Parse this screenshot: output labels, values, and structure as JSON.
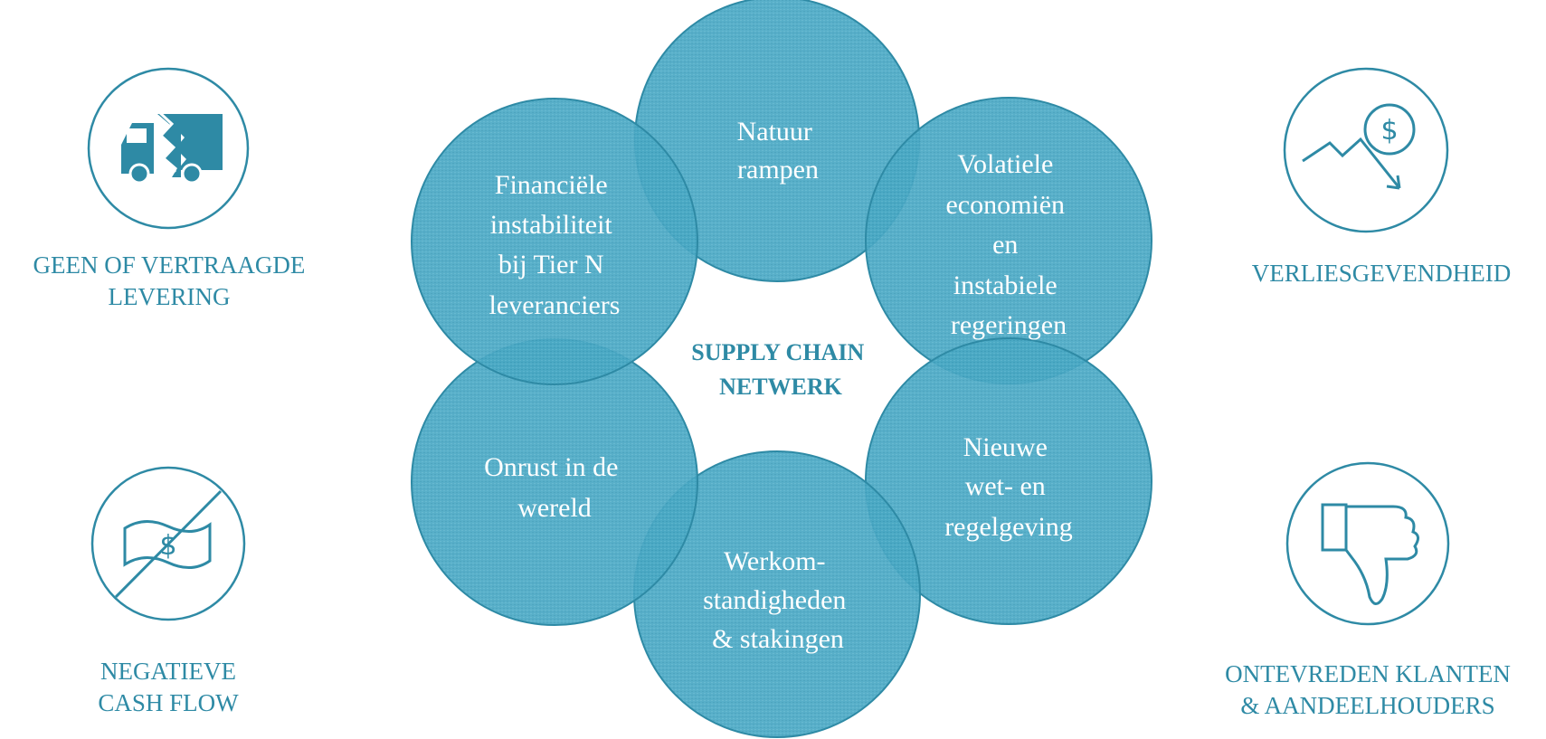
{
  "center_label": {
    "line1": "SUPPLY CHAIN",
    "line2": "NETWERK"
  },
  "circles": [
    {
      "name": "natuur-rampen",
      "lines": [
        "Natuur",
        "rampen"
      ]
    },
    {
      "name": "volatiele-economien",
      "lines": [
        "Volatiele",
        "economiën",
        "en",
        "instabiele",
        "regeringen"
      ]
    },
    {
      "name": "nieuwe-regelgeving",
      "lines": [
        "Nieuwe",
        "wet- en",
        "regelgeving"
      ]
    },
    {
      "name": "werkomstandigheden",
      "lines": [
        "Werkom-",
        "standigheden",
        "& stakingen"
      ]
    },
    {
      "name": "onrust-wereld",
      "lines": [
        "Onrust in de",
        "wereld"
      ]
    },
    {
      "name": "financiele-instabiliteit",
      "lines": [
        "Financiële",
        "instabiliteit",
        "bij Tier N",
        "leveranciers"
      ]
    }
  ],
  "consequences": [
    {
      "name": "geen-levering",
      "icon": "broken-truck-icon",
      "lines": [
        "GEEN OF VERTRAAGDE",
        "LEVERING"
      ]
    },
    {
      "name": "negatieve-cashflow",
      "icon": "no-money-icon",
      "lines": [
        "NEGATIEVE",
        "CASH FLOW"
      ]
    },
    {
      "name": "verliesgevendheid",
      "icon": "declining-dollar-icon",
      "lines": [
        "VERLIESGEVENDHEID"
      ]
    },
    {
      "name": "ontevreden-klanten",
      "icon": "thumbs-down-icon",
      "lines": [
        "ONTEVREDEN KLANTEN",
        "& AANDEELHOUDERS"
      ]
    }
  ],
  "colors": {
    "accent": "#2e8aa5",
    "circle_fill": "#4aa8c4",
    "circle_stroke": "#2e8aa5",
    "text_on_circle": "#ffffff"
  }
}
